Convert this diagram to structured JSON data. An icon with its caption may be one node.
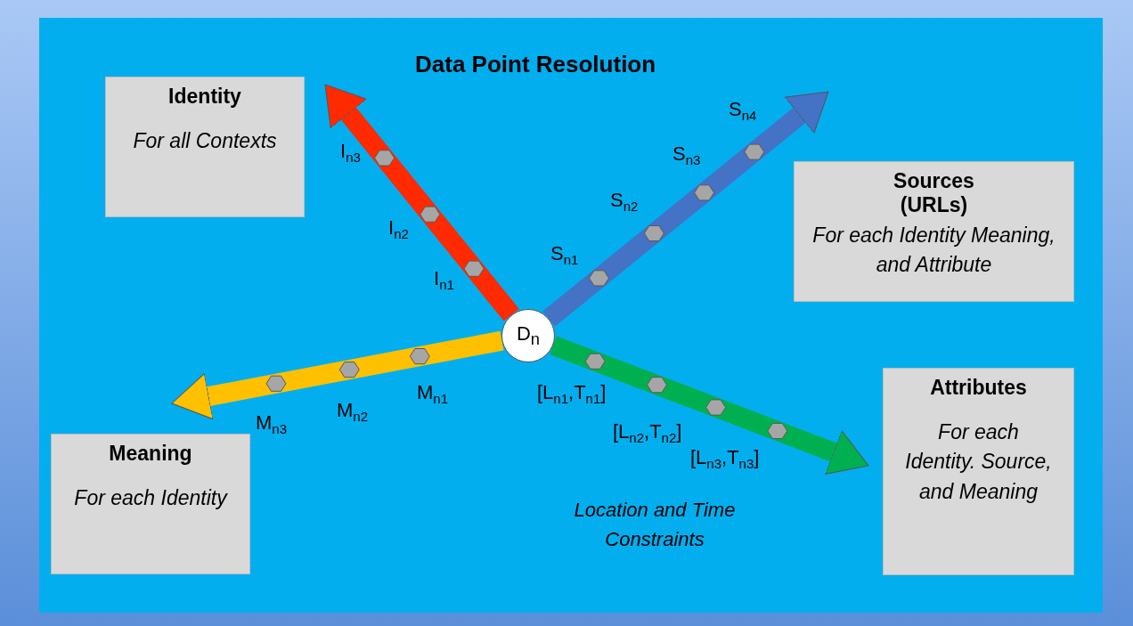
{
  "diagram": {
    "title": "Data Point Resolution",
    "nodes": [
      {
        "text": [
          "Identity",
          "For all Contexts"
        ]
      },
      {
        "text": [
          "Sources (URLs)",
          "For each Identity Meaning, and Attribute"
        ]
      },
      {
        "text": [
          "Meaning",
          "For each Identity"
        ]
      },
      {
        "text": [
          "Attributes",
          "For each Identity. Source, and Meaning"
        ]
      },
      {
        "text": [
          "D$_{n}$"
        ]
      }
    ],
    "edges": [
      {
        "from": 4,
        "to": 0,
        "arrow": "to",
        "color": "#ff2a00"
      },
      {
        "from": 4,
        "to": 1,
        "arrow": "to",
        "color": "#4472c4"
      },
      {
        "from": 4,
        "to": 2,
        "arrow": "to",
        "color": "#ffc000"
      },
      {
        "from": 4,
        "to": 3,
        "arrow": "to",
        "color": "#00b050"
      }
    ],
    "labels": [
      "S$_{n4}$",
      "I$_{n3}$",
      "S$_{n3}$",
      "S$_{n2}$",
      "I$_{n2}$",
      "S$_{n1}$",
      "I$_{n1}$",
      "M$_{n1}$",
      "[L$_{n1}$,T$_{n1}$]",
      "M$_{n2}$",
      "M$_{n3}$",
      "[L$_{n2}$,T$_{n2}$]",
      "[L$_{n3}$,T$_{n3}$]",
      "Location and Time Constraints"
    ]
  }
}
